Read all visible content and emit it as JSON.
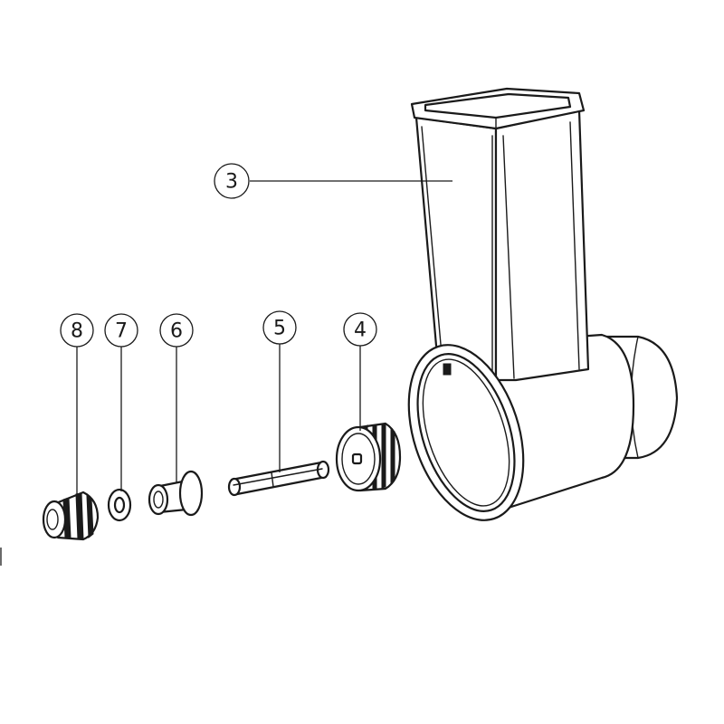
{
  "diagram": {
    "callouts": [
      {
        "id": "3",
        "label": "3"
      },
      {
        "id": "4",
        "label": "4"
      },
      {
        "id": "5",
        "label": "5"
      },
      {
        "id": "6",
        "label": "6"
      },
      {
        "id": "7",
        "label": "7"
      },
      {
        "id": "8",
        "label": "8"
      }
    ]
  }
}
